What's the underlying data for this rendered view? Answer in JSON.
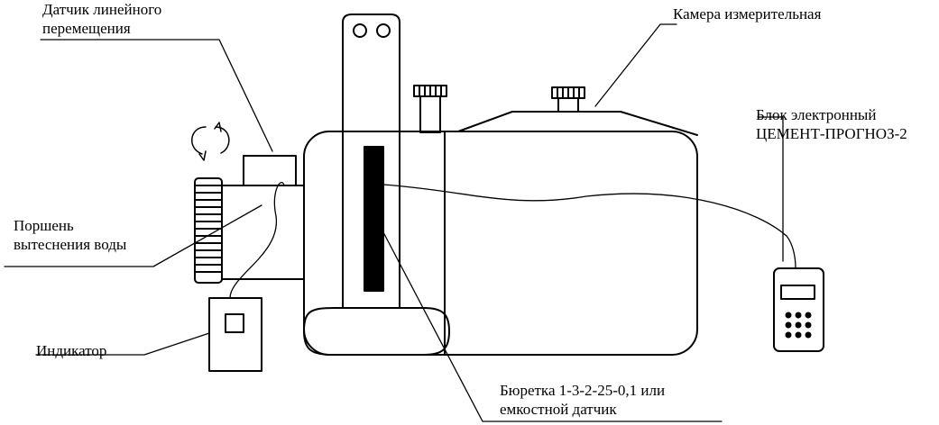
{
  "labels": {
    "sensor": [
      "Датчик линейного",
      "перемещения"
    ],
    "chamber": "Камера измерительная",
    "piston": [
      "Поршень",
      "вытеснения воды"
    ],
    "indicator": "Индикатор",
    "unit": [
      "Блок электронный",
      "ЦЕМЕНТ-ПРОГНОЗ-2"
    ],
    "burette": [
      "Бюретка 1-3-2-25-0,1 или",
      "емкостной датчик"
    ]
  },
  "icons": {
    "rotation": "rotation-arrows-icon",
    "keypad": "keypad-icon"
  },
  "colors": {
    "ink": "#000000",
    "paper": "#ffffff"
  }
}
